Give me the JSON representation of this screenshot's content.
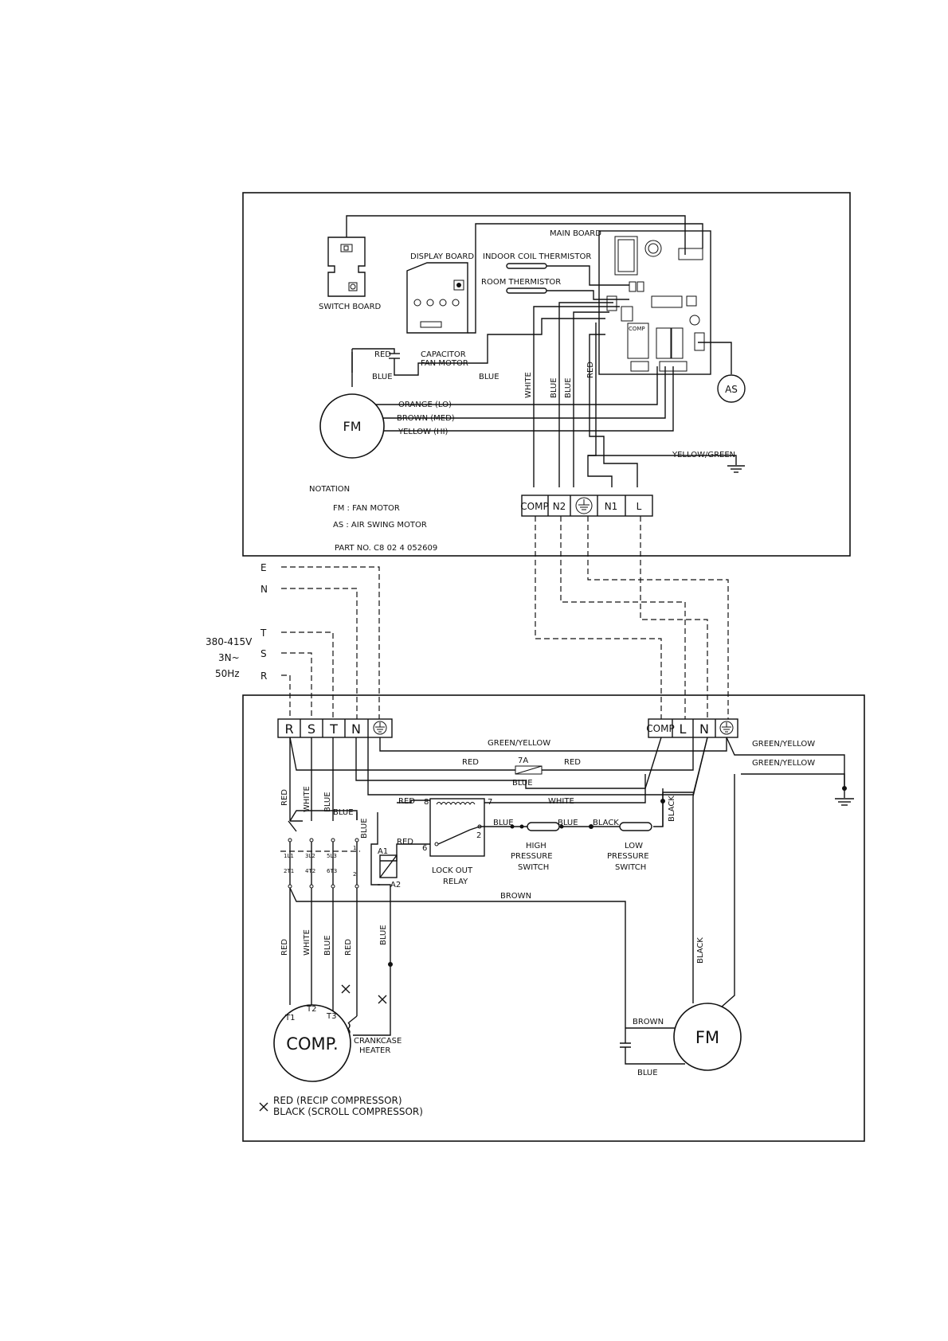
{
  "indoor": {
    "main_board": "MAIN BOARD",
    "display_board": "DISPLAY BOARD",
    "indoor_coil_thermistor": "INDOOR COIL THERMISTOR",
    "room_thermistor": "ROOM THERMISTOR",
    "switch_board": "SWITCH BOARD",
    "capacitor": "CAPACITOR",
    "fan_motor": "FAN MOTOR",
    "fm": "FM",
    "as": "AS",
    "wire_red": "RED",
    "wire_blue_1": "BLUE",
    "wire_blue_2": "BLUE",
    "wire_white_v": "WHITE",
    "wire_blue_v1": "BLUE",
    "wire_blue_v2": "BLUE",
    "wire_red_v": "RED",
    "orange_lo": "ORANGE (LO)",
    "brown_med": "BROWN (MED)",
    "yellow_hi": "YELLOW (HI)",
    "yellow_green": "YELLOW/GREEN",
    "comp_label": "COMP",
    "notation": "NOTATION",
    "fm_note": "FM :   FAN MOTOR",
    "as_note": "AS :   AIR SWING MOTOR",
    "part_no": "PART NO. C8 02 4 052609",
    "terminals": [
      "COMP",
      "N2",
      "N1",
      "L"
    ]
  },
  "supply": {
    "lines": [
      "E",
      "N",
      "T",
      "S",
      "R"
    ],
    "voltage": "380-415V",
    "phase": "3N~",
    "freq": "50Hz"
  },
  "outdoor": {
    "left_terminals": [
      "R",
      "S",
      "T",
      "N"
    ],
    "right_terminals": [
      "COMP",
      "L",
      "N"
    ],
    "green_yellow_1": "GREEN/YELLOW",
    "green_yellow_2": "GREEN/YELLOW",
    "green_yellow_3": "GREEN/YELLOW",
    "red_1": "RED",
    "red_2": "RED",
    "fuse": "7A",
    "blue_fuse": "BLUE",
    "red_top": "RED",
    "white_top": "WHITE",
    "red_relay": "RED",
    "blue_a": "BLUE",
    "blue_b": "BLUE",
    "black_a": "BLACK",
    "black_v": "BLACK",
    "blue_c": "BLUE",
    "v_red_1": "RED",
    "v_white_1": "WHITE",
    "v_blue_1": "BLUE",
    "v_blue_2": "BLUE",
    "contact_top": [
      "1L1",
      "3L2",
      "5L3",
      "1"
    ],
    "contact_bottom": [
      "2T1",
      "4T2",
      "6T3",
      "2"
    ],
    "a1": "A1",
    "a2": "A2",
    "relay_pins": [
      "8",
      "7",
      "2",
      "6"
    ],
    "lock_out": "LOCK OUT",
    "relay": "RELAY",
    "high": "HIGH",
    "low": "LOW",
    "pressure": "PRESSURE",
    "switch": "SWITCH",
    "brown_1": "BROWN",
    "v_red_2": "RED",
    "v_white_2": "WHITE",
    "v_blue_3": "BLUE",
    "v_red_3": "RED",
    "v_blue_4": "BLUE",
    "v_black": "BLACK",
    "t1": "T1",
    "t2": "T2",
    "t3": "T3",
    "comp": "COMP.",
    "crankcase": "CRANKCASE",
    "heater": "HEATER",
    "brown_2": "BROWN",
    "blue_fm": "BLUE",
    "fm": "FM",
    "legend_1": "RED  (RECIP COMPRESSOR)",
    "legend_2": "BLACK  (SCROLL COMPRESSOR)"
  }
}
